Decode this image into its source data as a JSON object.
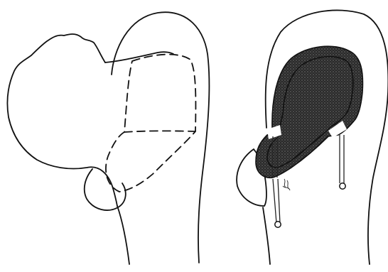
{
  "figure": {
    "panels": [
      {
        "id": "left-panel",
        "depicts": "outline-with-dashed-cut-region"
      },
      {
        "id": "right-panel",
        "depicts": "outline-with-shaded-band-and-pins"
      }
    ],
    "colors": {
      "ink": "#111111",
      "shading": "#3a3a3a",
      "paper": "#ffffff"
    }
  }
}
